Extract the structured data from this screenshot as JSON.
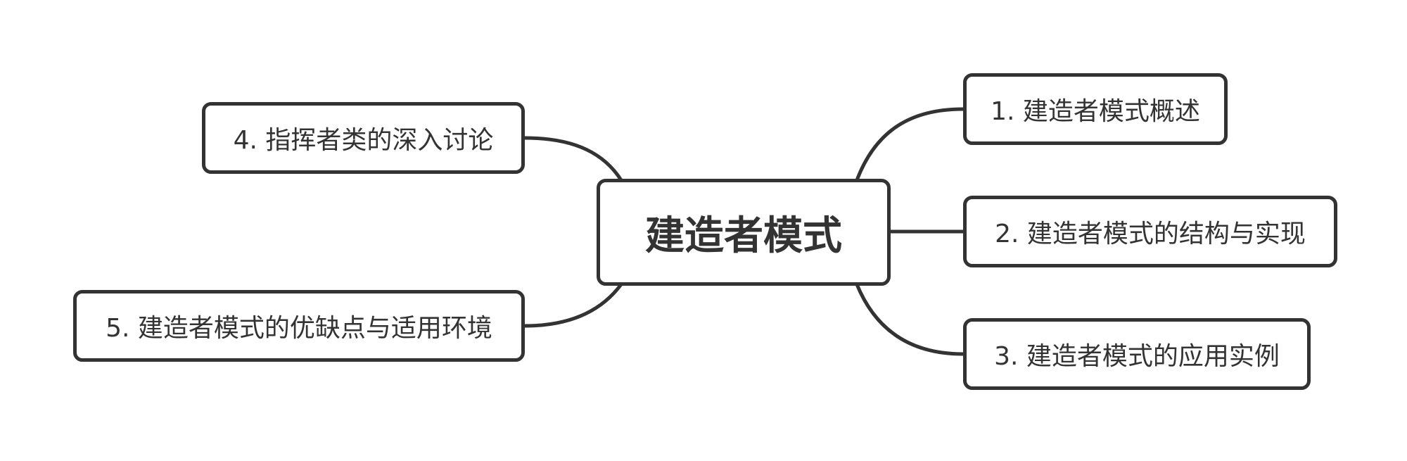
{
  "central": {
    "label": "建造者模式"
  },
  "branches": [
    {
      "label": "1. 建造者模式概述"
    },
    {
      "label": "2. 建造者模式的结构与实现"
    },
    {
      "label": "3. 建造者模式的应用实例"
    },
    {
      "label": "4. 指挥者类的深入讨论"
    },
    {
      "label": "5. 建造者模式的优缺点与适用环境"
    }
  ],
  "colors": {
    "stroke": "#333333",
    "background": "#ffffff"
  }
}
